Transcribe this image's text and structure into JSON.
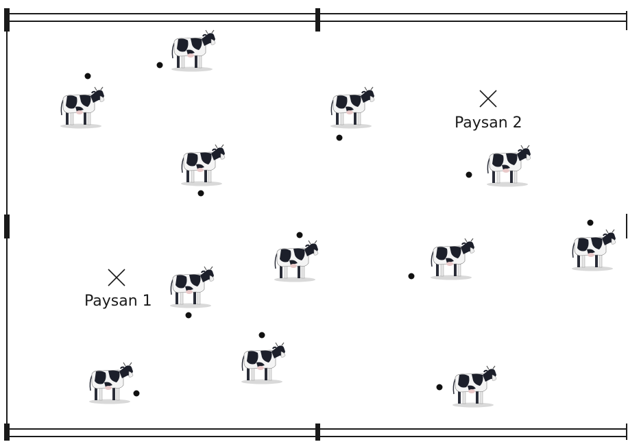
{
  "farmers": [
    {
      "label": "Paysan 1"
    },
    {
      "label": "Paysan 2"
    }
  ],
  "cow_count": 12,
  "dot_count": 12,
  "colors": {
    "line": "#1a1a1a",
    "cow_black": "#1c1f2a",
    "cow_white": "#f4f4f4"
  },
  "icons": {
    "farmer": "cross-mark",
    "cow": "cow-icon",
    "dot": "point-marker"
  }
}
